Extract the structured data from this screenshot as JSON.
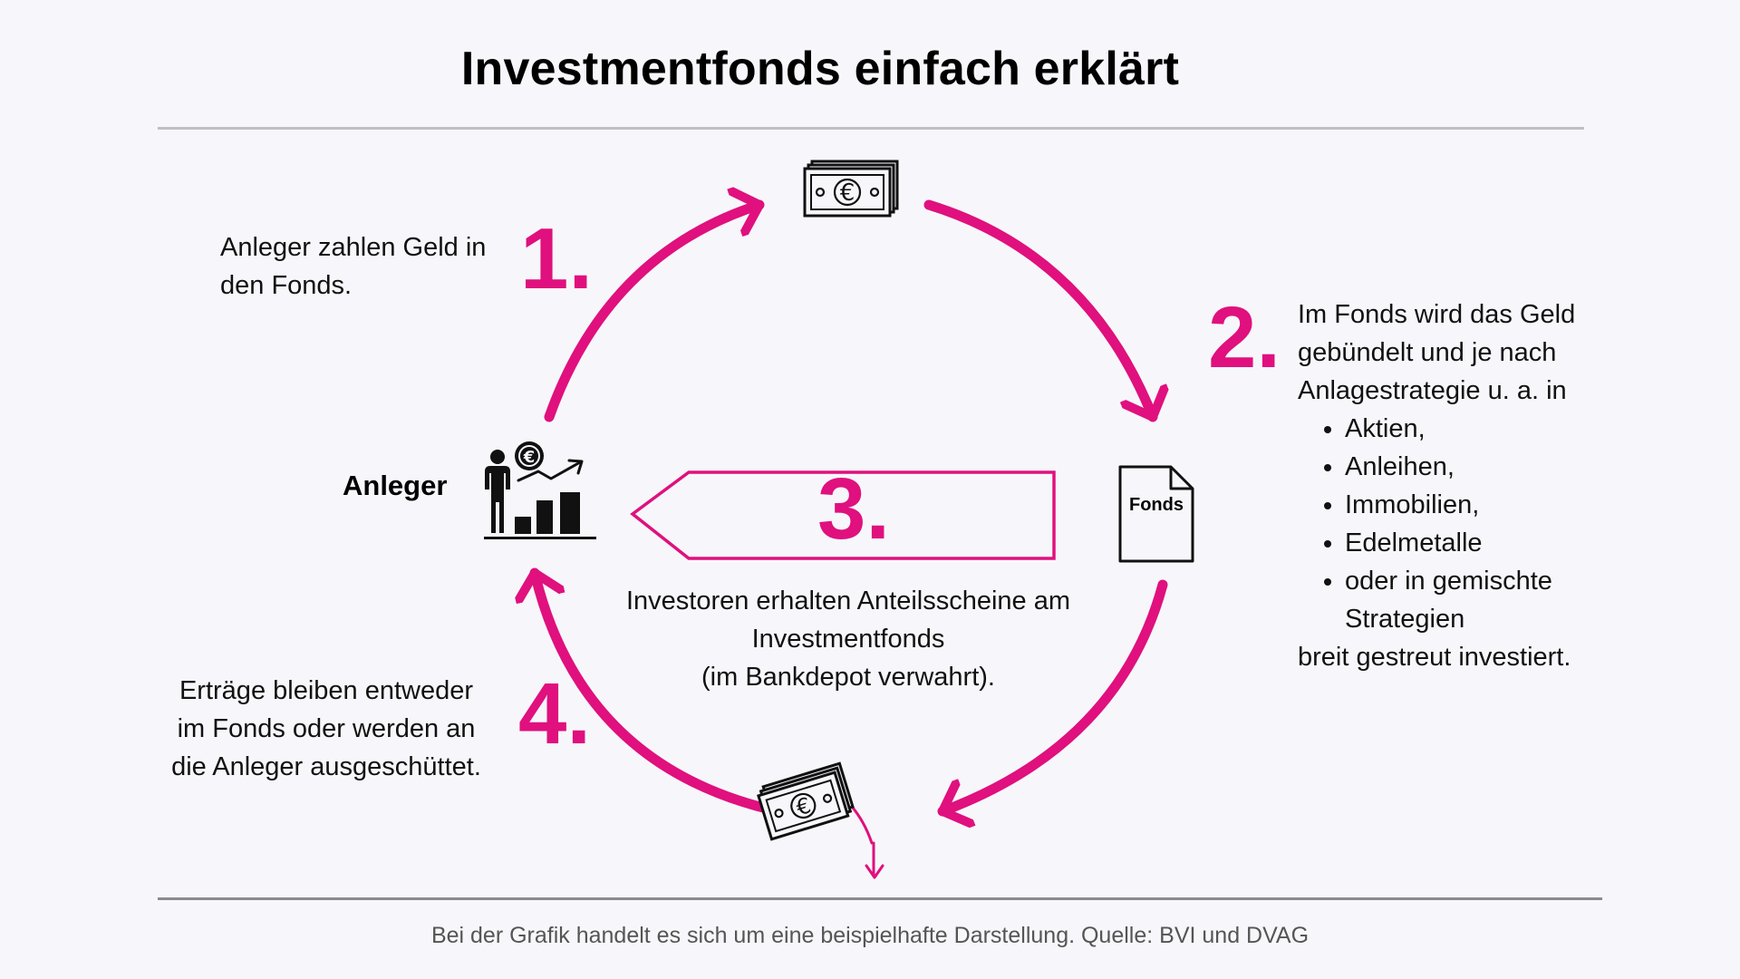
{
  "title": "Investmentfonds einfach erklärt",
  "steps": {
    "step1": {
      "number": "1.",
      "text": "Anleger zahlen Geld in den Fonds."
    },
    "step2": {
      "number": "2.",
      "intro": "Im Fonds wird das Geld gebündelt und je nach Anlagestrategie u. a. in",
      "items": [
        "Aktien,",
        "Anleihen,",
        "Immobilien,",
        "Edelmetalle",
        "oder in gemischte Strategien"
      ],
      "outro": "breit gestreut investiert."
    },
    "step3": {
      "number": "3.",
      "lines": [
        "Investoren erhalten Anteilsscheine am",
        "Investmentfonds",
        "(im Bankdepot verwahrt)."
      ]
    },
    "step4": {
      "number": "4.",
      "lines": [
        "Erträge bleiben entweder",
        "im Fonds oder werden an",
        "die Anleger ausgeschüttet."
      ]
    }
  },
  "labels": {
    "anleger": "Anleger",
    "fonds": "Fonds"
  },
  "icons": {
    "top": "euro-banknote-icon",
    "bottom": "euro-banknotes-outflow-icon",
    "left": "investor-growth-chart-icon",
    "right": "document-icon"
  },
  "footer": "Bei der Grafik handelt es sich um eine beispielhafte Darstellung. Quelle: BVI und DVAG",
  "colors": {
    "accent": "#e0107e",
    "text": "#111111",
    "background": "#f7f7fb"
  }
}
